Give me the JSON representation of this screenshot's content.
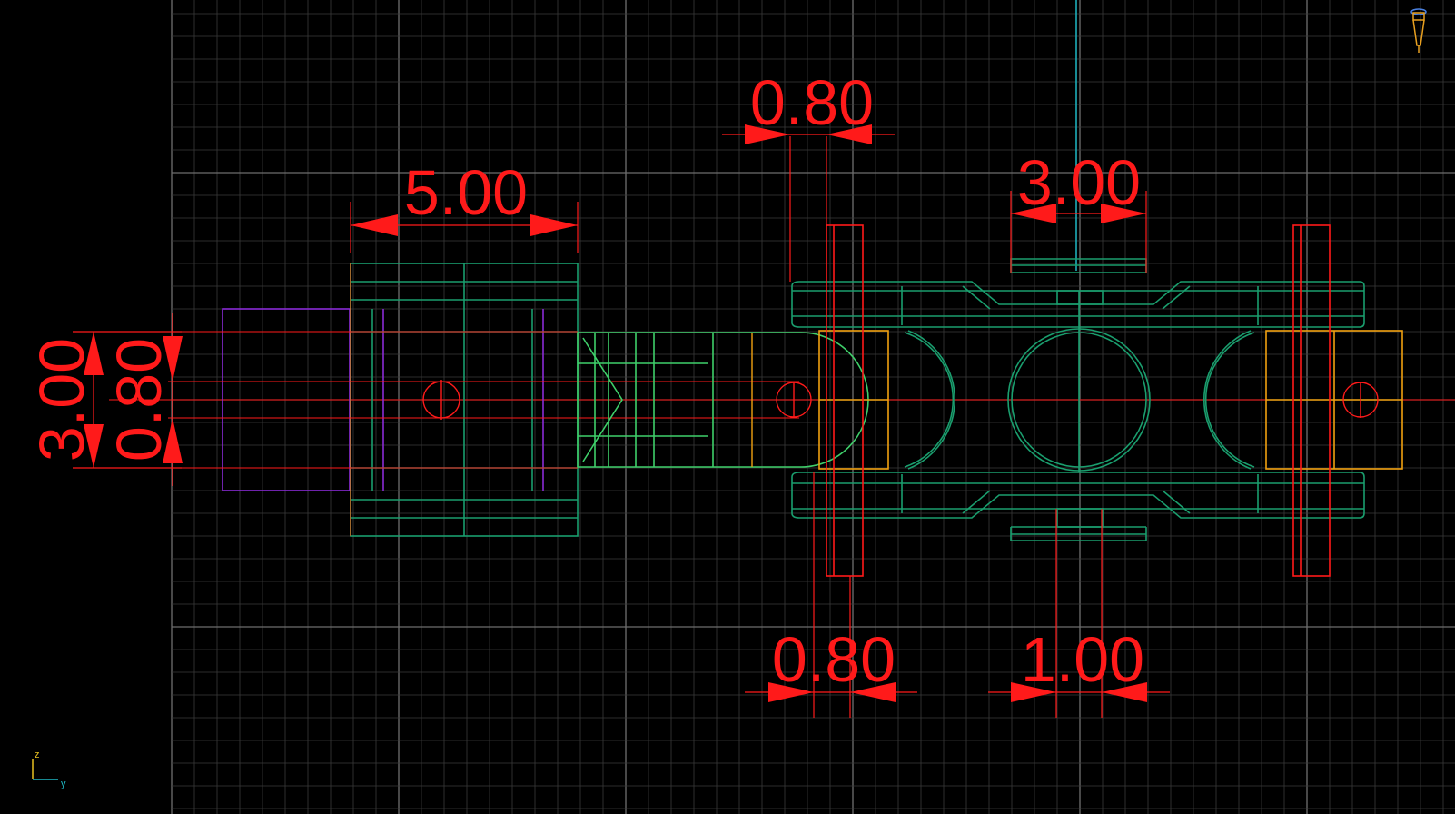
{
  "viewport": {
    "view": "side view, Y-Z plane",
    "background_color": "#000000",
    "grid": true,
    "grid_color": "#3a3a3a",
    "grid_major_color": "#6e6e6e",
    "vertical_axis_color": "#1fb8c4",
    "horizontal_center_color": "#ff1a1a"
  },
  "colors": {
    "dimension": "#ff1a1a",
    "chain_link": "#1a9e6e",
    "chain_link_light": "#3fcf6a",
    "bracket": "#1a9e6e",
    "orange_block": "#f0a010",
    "purple_block": "#8a2ad6",
    "red_pin": "#ff1a1a"
  },
  "dimensions": {
    "top_left": "5.00",
    "top_middle": "0.80",
    "top_right": "3.00",
    "left_outer": "3.00",
    "left_inner": "0.80",
    "bottom_left": "0.80",
    "bottom_right": "1.00"
  },
  "axis_indicator": {
    "vertical_label": "z",
    "horizontal_label": "y",
    "vertical_color": "#e8c020",
    "horizontal_color": "#1fb8c4"
  },
  "view_widget": {
    "icon": "camera-navigation-icon",
    "color": "#e8a020"
  }
}
